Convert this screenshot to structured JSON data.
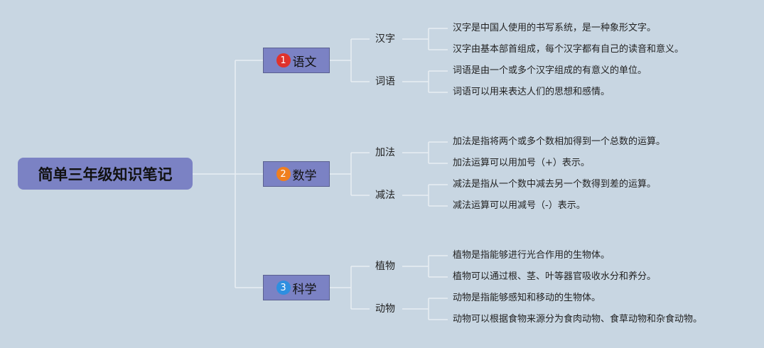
{
  "root": {
    "title": "简单三年级知识笔记"
  },
  "colors": {
    "background": "#c8d6e2",
    "node_fill": "#7b82c4",
    "connector": "#e8eef3"
  },
  "subjects": [
    {
      "number": "1",
      "number_color": "#e0322b",
      "label": "语文",
      "topics": [
        {
          "label": "汉字",
          "notes": [
            "汉字是中国人使用的书写系统，是一种象形文字。",
            "汉字由基本部首组成，每个汉字都有自己的读音和意义。"
          ]
        },
        {
          "label": "词语",
          "notes": [
            "词语是由一个或多个汉字组成的有意义的单位。",
            "词语可以用来表达人们的思想和感情。"
          ]
        }
      ]
    },
    {
      "number": "2",
      "number_color": "#f07f1f",
      "label": "数学",
      "topics": [
        {
          "label": "加法",
          "notes": [
            "加法是指将两个或多个数相加得到一个总数的运算。",
            "加法运算可以用加号（+）表示。"
          ]
        },
        {
          "label": "减法",
          "notes": [
            "减法是指从一个数中减去另一个数得到差的运算。",
            "减法运算可以用减号（-）表示。"
          ]
        }
      ]
    },
    {
      "number": "3",
      "number_color": "#2e8fe0",
      "label": "科学",
      "topics": [
        {
          "label": "植物",
          "notes": [
            "植物是指能够进行光合作用的生物体。",
            "植物可以通过根、茎、叶等器官吸收水分和养分。"
          ]
        },
        {
          "label": "动物",
          "notes": [
            "动物是指能够感知和移动的生物体。",
            "动物可以根据食物来源分为食肉动物、食草动物和杂食动物。"
          ]
        }
      ]
    }
  ]
}
